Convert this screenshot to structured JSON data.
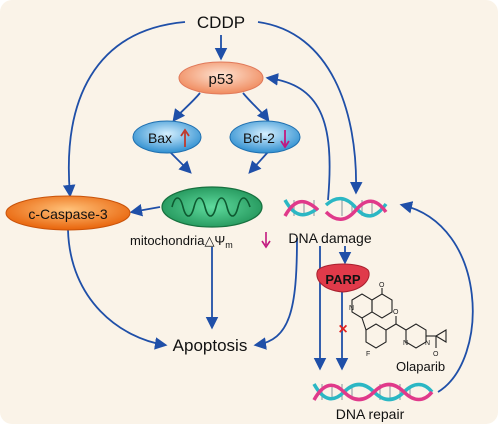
{
  "labels": {
    "cddp": "CDDP",
    "p53": "p53",
    "bax": "Bax",
    "bcl2": "Bcl-2",
    "caspase": "c-Caspase-3",
    "mito_main": "mitochondria",
    "mito_delta_psi": "△Ψ",
    "mito_sub": "m",
    "dna_damage": "DNA damage",
    "parp": "PARP",
    "olaparib": "Olaparib",
    "apoptosis": "Apoptosis",
    "dna_repair": "DNA repair"
  },
  "indicators": {
    "bax": "up",
    "bcl2": "down",
    "mito": "down",
    "parp_inhibition_mark": "×"
  },
  "colors": {
    "background": "#FAF3E8",
    "arrow": "#1F4FA8",
    "p53_fill": "#F4A986",
    "bax_bcl2_fill": "#5AAFE0",
    "caspase_fill": "#F07010",
    "mito_fill": "#2BB673",
    "parp_fill": "#E03A4A",
    "dna_strand_a": "#2BB7C4",
    "dna_strand_b": "#E0398A",
    "up_arrow": "#C0392B",
    "down_arrow": "#C2187F"
  }
}
